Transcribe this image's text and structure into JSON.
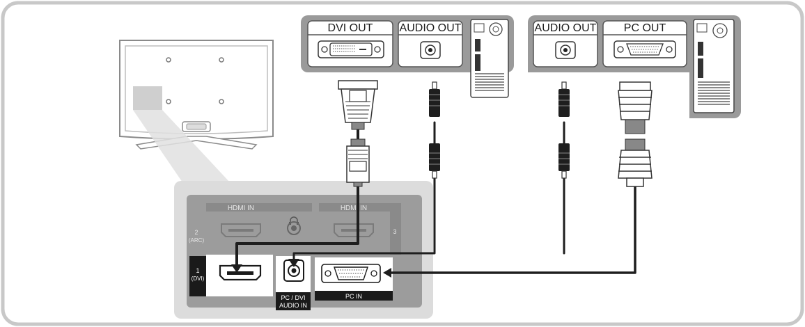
{
  "pc_left": {
    "dvi_out_label": "DVI OUT",
    "audio_out_label": "AUDIO OUT"
  },
  "pc_right": {
    "audio_out_label": "AUDIO OUT",
    "pc_out_label": "PC OUT"
  },
  "tv_panel": {
    "hdmi_in_label_left": "HDMI IN",
    "hdmi_in_label_right": "HDMI IN",
    "hdmi2_number": "2",
    "hdmi2_sub": "(ARC)",
    "hdmi3_number": "3",
    "hdmi1_number": "1",
    "hdmi1_sub": "(DVI)",
    "audio_in_line1": "PC / DVI",
    "audio_in_line2": "AUDIO IN",
    "pc_in_label": "PC IN",
    "headphone_icon": "headphone-icon"
  },
  "colors": {
    "frame_border": "#c8c8c8",
    "pc_panel_bg": "#9a9a9a",
    "tv_panel_bg": "#dcdcdc",
    "port_strip_bg": "#9c9c9c",
    "active_port_bg": "#ffffff",
    "label_bar_bg": "#1a1a1a",
    "cable": "#1e1e1e"
  }
}
